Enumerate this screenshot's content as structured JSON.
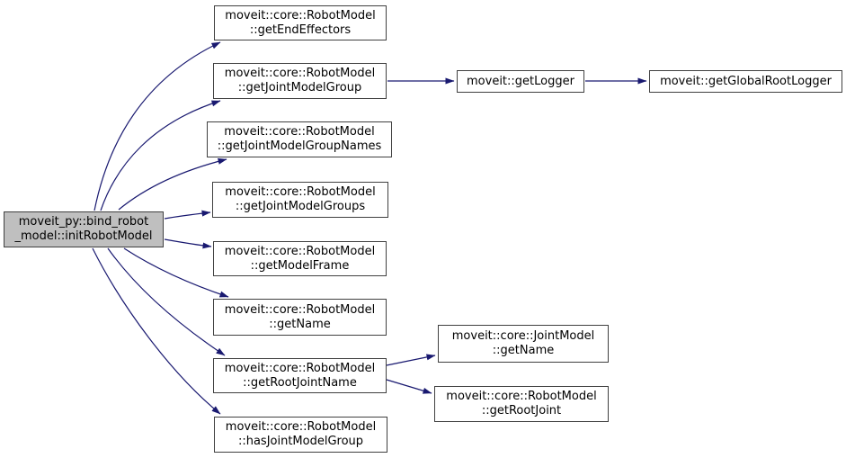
{
  "diagram": {
    "kind": "doxygen-call-graph",
    "colors": {
      "background": "#ffffff",
      "edge": "#191970",
      "node_border": "#404040",
      "node_fill": "#ffffff",
      "current_node_fill": "#bfbfbf",
      "text": "#000000"
    }
  },
  "nodes": {
    "init_robot_model": {
      "line1": "moveit_py::bind_robot",
      "line2": "_model::initRobotModel"
    },
    "get_end_effectors": {
      "line1": "moveit::core::RobotModel",
      "line2": "::getEndEffectors"
    },
    "get_joint_model_group": {
      "line1": "moveit::core::RobotModel",
      "line2": "::getJointModelGroup"
    },
    "get_joint_model_group_names": {
      "line1": "moveit::core::RobotModel",
      "line2": "::getJointModelGroupNames"
    },
    "get_joint_model_groups": {
      "line1": "moveit::core::RobotModel",
      "line2": "::getJointModelGroups"
    },
    "get_model_frame": {
      "line1": "moveit::core::RobotModel",
      "line2": "::getModelFrame"
    },
    "get_name": {
      "line1": "moveit::core::RobotModel",
      "line2": "::getName"
    },
    "get_root_joint_name": {
      "line1": "moveit::core::RobotModel",
      "line2": "::getRootJointName"
    },
    "has_joint_model_group": {
      "line1": "moveit::core::RobotModel",
      "line2": "::hasJointModelGroup"
    },
    "get_logger": {
      "line1": "moveit::getLogger"
    },
    "get_global_root_logger": {
      "line1": "moveit::getGlobalRootLogger"
    },
    "joint_model_get_name": {
      "line1": "moveit::core::JointModel",
      "line2": "::getName"
    },
    "get_root_joint": {
      "line1": "moveit::core::RobotModel",
      "line2": "::getRootJoint"
    }
  },
  "edges": [
    {
      "from": "moveit_py::bind_robot_model::initRobotModel",
      "to": "moveit::core::RobotModel::getEndEffectors"
    },
    {
      "from": "moveit_py::bind_robot_model::initRobotModel",
      "to": "moveit::core::RobotModel::getJointModelGroup"
    },
    {
      "from": "moveit_py::bind_robot_model::initRobotModel",
      "to": "moveit::core::RobotModel::getJointModelGroupNames"
    },
    {
      "from": "moveit_py::bind_robot_model::initRobotModel",
      "to": "moveit::core::RobotModel::getJointModelGroups"
    },
    {
      "from": "moveit_py::bind_robot_model::initRobotModel",
      "to": "moveit::core::RobotModel::getModelFrame"
    },
    {
      "from": "moveit_py::bind_robot_model::initRobotModel",
      "to": "moveit::core::RobotModel::getName"
    },
    {
      "from": "moveit_py::bind_robot_model::initRobotModel",
      "to": "moveit::core::RobotModel::getRootJointName"
    },
    {
      "from": "moveit_py::bind_robot_model::initRobotModel",
      "to": "moveit::core::RobotModel::hasJointModelGroup"
    },
    {
      "from": "moveit::core::RobotModel::getJointModelGroup",
      "to": "moveit::getLogger"
    },
    {
      "from": "moveit::getLogger",
      "to": "moveit::getGlobalRootLogger"
    },
    {
      "from": "moveit::core::RobotModel::getRootJointName",
      "to": "moveit::core::JointModel::getName"
    },
    {
      "from": "moveit::core::RobotModel::getRootJointName",
      "to": "moveit::core::RobotModel::getRootJoint"
    }
  ]
}
